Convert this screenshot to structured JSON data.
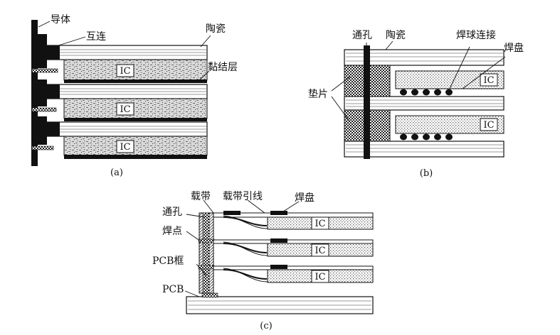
{
  "colors": {
    "ink": "#111111",
    "paper": "#ffffff",
    "texture": "#9a9a9a"
  },
  "panel_a": {
    "caption": "(a)",
    "labels": {
      "conductor": "导体",
      "interconnect": "互连",
      "ceramic": "陶瓷",
      "bond_layer": "黏结层"
    },
    "chips": [
      "IC",
      "IC",
      "IC"
    ]
  },
  "panel_b": {
    "caption": "(b)",
    "labels": {
      "via": "通孔",
      "ceramic": "陶瓷",
      "ball_joint": "焊球连接",
      "pad": "焊盘",
      "shim": "垫片"
    },
    "chips": [
      "IC",
      "IC"
    ]
  },
  "panel_c": {
    "caption": "(c)",
    "labels": {
      "carrier_tape": "载带",
      "tape_lead": "载带引线",
      "pad": "焊盘",
      "via": "通孔",
      "solder_point": "焊点",
      "pcb_frame": "PCB框",
      "pcb": "PCB"
    },
    "chips": [
      "IC",
      "IC",
      "IC"
    ]
  }
}
